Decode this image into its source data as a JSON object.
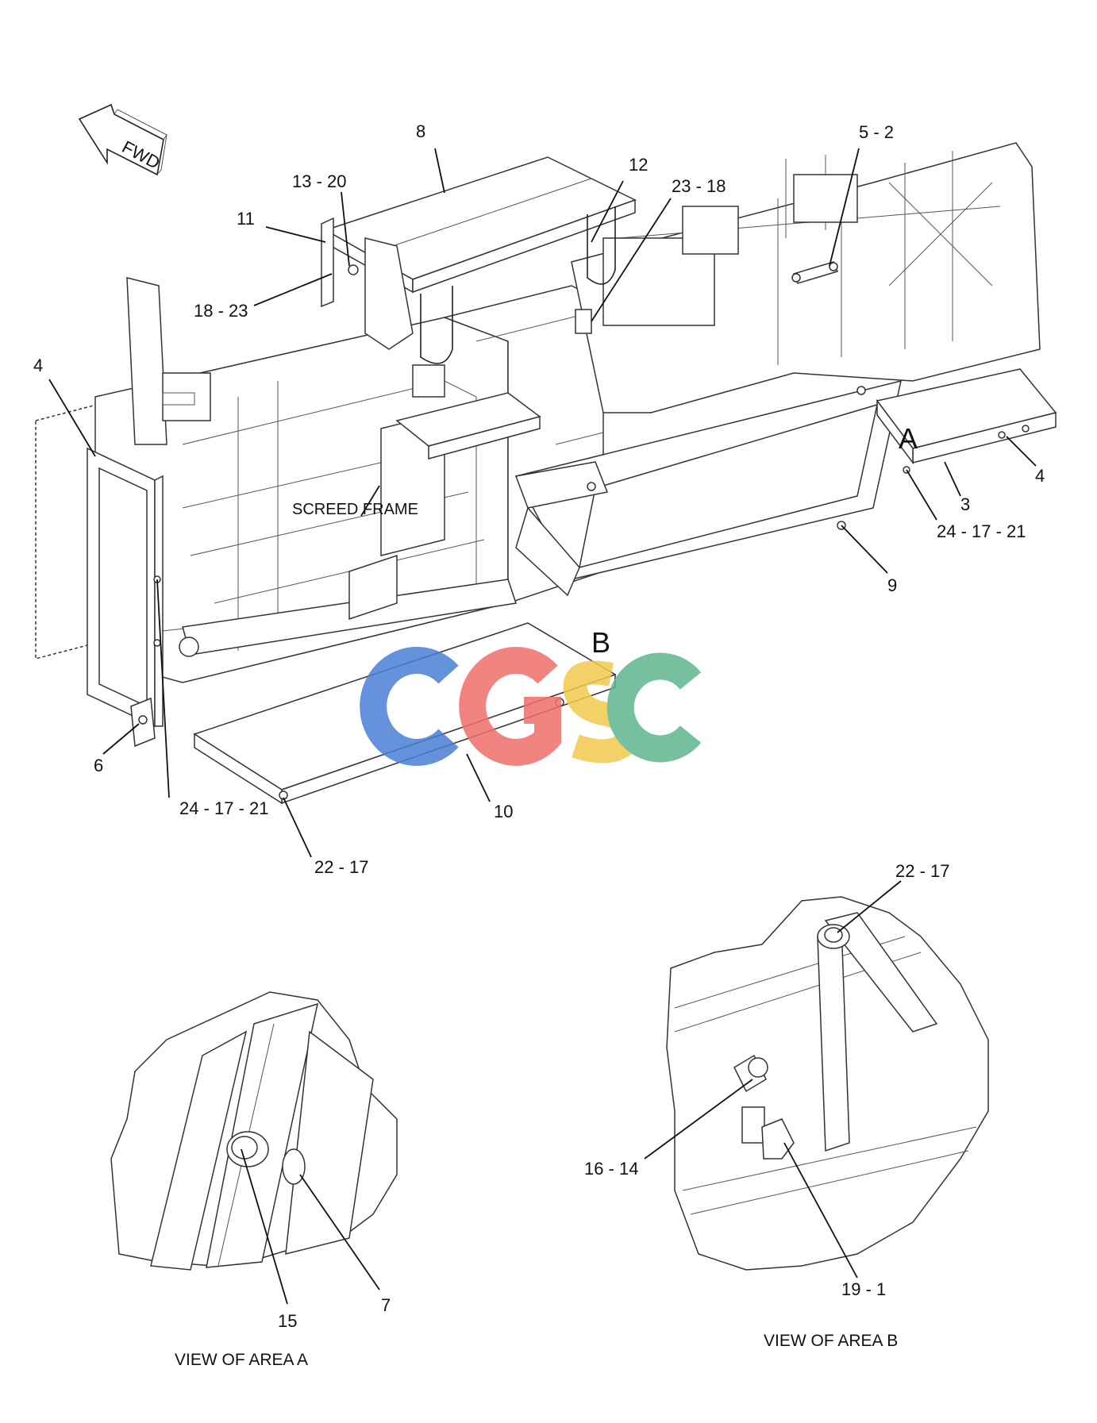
{
  "diagram": {
    "callouts": {
      "c8": "8",
      "c12": "12",
      "c13_20": "13 - 20",
      "c23_18": "23 - 18",
      "c5_2": "5 - 2",
      "c11": "11",
      "c18_23": "18 - 23",
      "c4_left": "4",
      "c4_right": "4",
      "c3": "3",
      "c24_17_21_right": "24 - 17 - 21",
      "c9": "9",
      "c6": "6",
      "c24_17_21_left": "24 - 17 - 21",
      "c10": "10",
      "c22_17_main": "22 - 17",
      "c22_17_detail": "22 - 17",
      "c16_14": "16 - 14",
      "c19_1": "19 - 1",
      "c15": "15",
      "c7": "7"
    },
    "view_letters": {
      "a": "A",
      "b": "B"
    },
    "labels": {
      "screed_frame": "SCREED FRAME",
      "fwd": "FWD",
      "view_area_a": "VIEW OF AREA A",
      "view_area_b": "VIEW OF AREA B"
    },
    "watermark": {
      "text": "CGSC",
      "colors": [
        "#4a7fd4",
        "#ef6f6c",
        "#f2c94c",
        "#5fb58f"
      ]
    }
  }
}
